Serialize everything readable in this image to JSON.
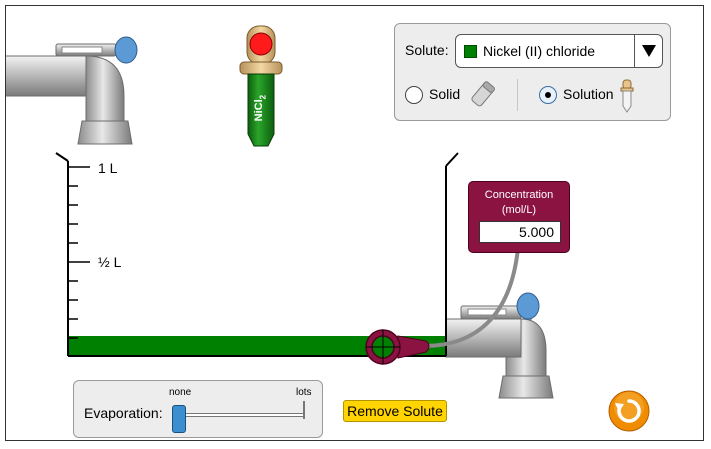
{
  "solute_panel": {
    "label": "Solute:",
    "selected": "Nickel (II) chloride",
    "selected_color": "#008000",
    "options": {
      "solid_label": "Solid",
      "solution_label": "Solution",
      "selected_option": "Solution"
    }
  },
  "dropper": {
    "formula": "NiCl",
    "subscript": "2"
  },
  "beaker": {
    "max_label": "1 L",
    "half_label": "½ L",
    "solution_color": "#008000"
  },
  "concentration_meter": {
    "title": "Concentration",
    "units": "(mol/L)",
    "value": "5.000"
  },
  "evaporation": {
    "label": "Evaporation:",
    "min_label": "none",
    "max_label": "lots",
    "level": 0
  },
  "buttons": {
    "remove_solute": "Remove Solute"
  },
  "colors": {
    "meter": "#8b1342",
    "remove_button": "#ffd400",
    "reset": "#f08c00",
    "faucet_knob": "#5b9ad5"
  }
}
